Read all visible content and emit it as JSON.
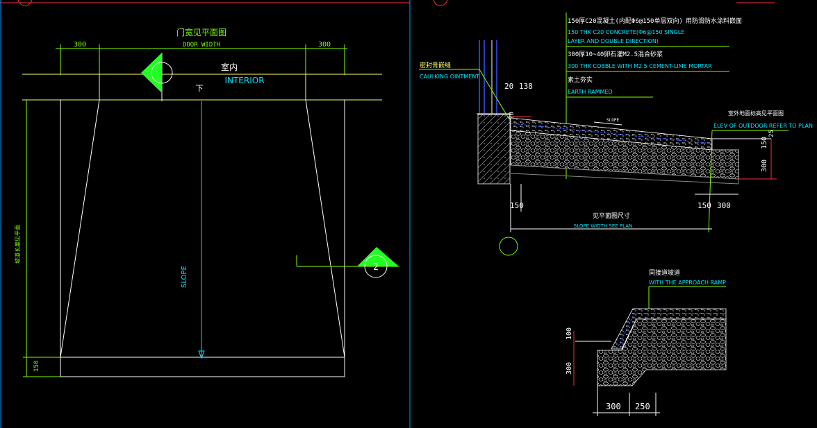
{
  "colors": {
    "background": "#000000",
    "green": "#7fff00",
    "cyan": "#00e5ff",
    "white": "#ffffff",
    "yellow": "#ffff66",
    "red": "#ff3030",
    "blue": "#3355ff"
  },
  "plan": {
    "title_cn": "门宽见平面图",
    "title_en": "DOOR WIDTH",
    "dim_left": "300",
    "dim_right": "300",
    "interior_cn": "室内",
    "interior_en": "INTERIOR",
    "down_mark": "下",
    "slope_label": "SLOPE",
    "dim_bottom": "150",
    "side_label": "坡道长度见平面",
    "section_mark": "2"
  },
  "section1": {
    "layer1_cn": "150厚C20混凝土(内配Φ6@150单层双向)",
    "layer1_en_a": "150 THK C20 CONCRETE(Φ6@150 SINGLE",
    "layer1_en_b": "LAYER AND DOUBLE DIRECTION)",
    "layer2_cn": "300厚10~40卵石灌M2.5混合砂浆",
    "layer2_en": "300 THK COBBLE WITH M2.5 CEMENT-LIME MORTAR",
    "layer3_cn": "素土夯实",
    "layer3_en": "EARTH RAMMED",
    "top_right_cn": "用防滑防水涂料嵌面",
    "caulk_cn": "密封膏嵌缝",
    "caulk_en": "CAULKING OINTMENT",
    "dim_20": "20",
    "dim_130": "138",
    "dim_20b": "20",
    "slope_label": "SLOPE",
    "elev_cn": "室外地面标高见平面图",
    "elev_en": "ELEV OF OUTDOOR REFER TO PLAN",
    "dim_150v": "150",
    "dim_25": "25",
    "dim_300v": "300",
    "dim_150a": "150",
    "dim_150b": "150",
    "dim_300": "300",
    "plan_dim_cn": "见平面图尺寸",
    "plan_dim_en": "SLOPE WIDTH SEE PLAN"
  },
  "section2": {
    "label_cn": "同接道坡道",
    "label_en": "WITH THE APPROACH RAMP",
    "dim_100": "100",
    "dim_300v": "300",
    "dim_300": "300",
    "dim_250": "250"
  }
}
